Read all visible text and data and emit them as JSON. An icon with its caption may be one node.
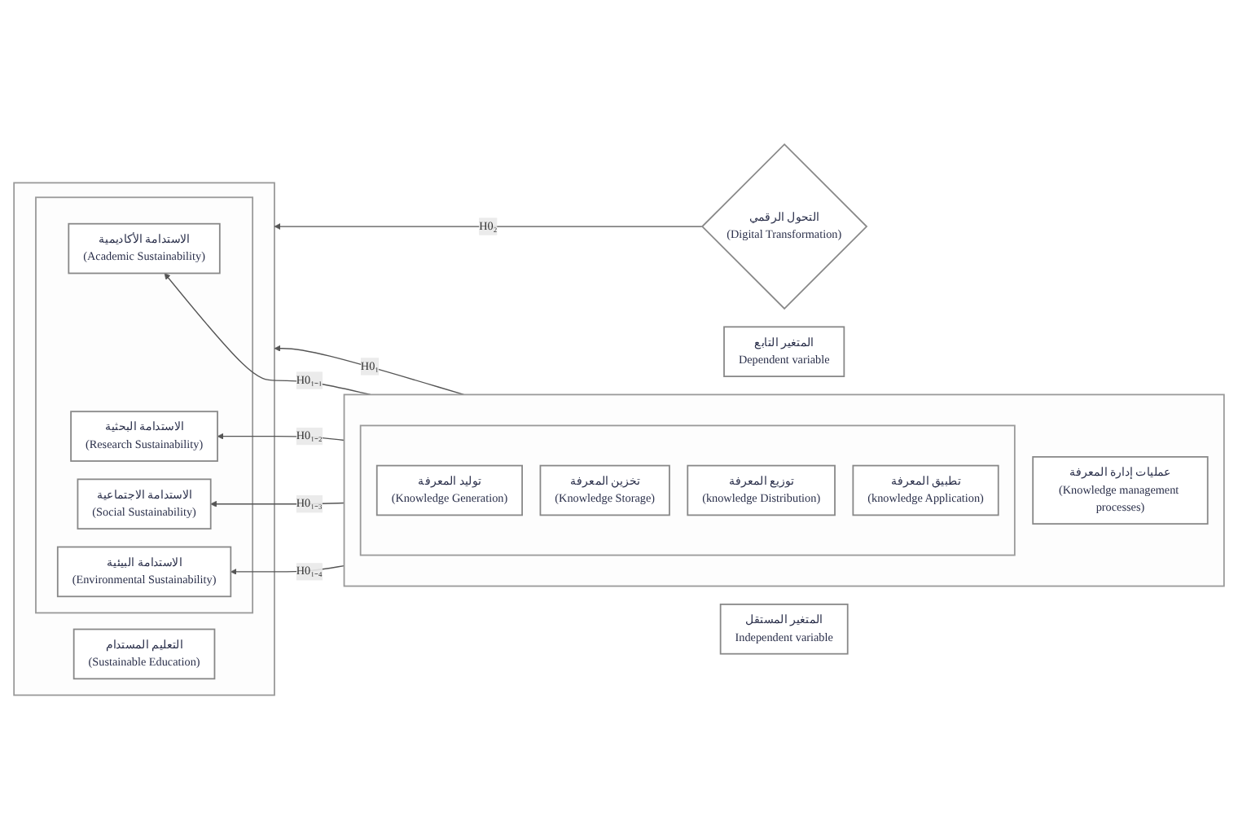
{
  "diagram": {
    "nodes": [
      {
        "text": [
          "المتغير التابع",
          "Dependent variable"
        ]
      },
      {
        "text": [
          "التحول الرقمي",
          "(Digital Transformation)"
        ]
      },
      {
        "text": [
          "المتغير المستقل",
          "Independent variable"
        ]
      },
      {
        "text": [],
        "shape": "box"
      },
      {
        "text": [
          "التعليم المستدام",
          "(Sustainable Education)"
        ],
        "in": 3
      },
      {
        "text": [],
        "shape": "box",
        "in": 3
      },
      {
        "text": [
          "الاستدامة الأكاديمية",
          "(Academic Sustainability)"
        ],
        "in": 5
      },
      {
        "text": [
          "الاستدامة البحثية",
          "(Research Sustainability)"
        ],
        "in": 5
      },
      {
        "text": [
          "الاستدامة الاجتماعية",
          "(Social Sustainability)"
        ],
        "in": 5
      },
      {
        "text": [
          "الاستدامة البيئية",
          "(Environmental Sustainability)"
        ],
        "in": 5
      },
      {
        "text": [],
        "shape": "box"
      },
      {
        "text": [
          "عمليات إدارة المعرفة",
          "(Knowledge management processes)"
        ],
        "in": 10
      },
      {
        "text": [],
        "shape": "box",
        "in": 10
      },
      {
        "text": [
          "توليد المعرفة",
          "(Knowledge Generation)"
        ],
        "in": 12
      },
      {
        "text": [
          "تخزين المعرفة",
          "(Knowledge Storage)"
        ],
        "in": 12
      },
      {
        "text": [
          "توزيع المعرفة",
          "(knowledge Distribution)"
        ],
        "in": 12
      },
      {
        "text": [
          "تطبيق المعرفة",
          "(knowledge Application)"
        ],
        "in": 12
      }
    ],
    "edges": [
      {
        "from": 10,
        "to": 3,
        "arrow": "to",
        "label": "H0₁"
      },
      {
        "from": 1,
        "to": 3,
        "arrow": "to",
        "label": "H0₂"
      },
      {
        "from": 10,
        "to": 6,
        "arrow": "to",
        "label": "H0₁₋₁"
      },
      {
        "from": 10,
        "to": 7,
        "arrow": "to",
        "label": "H0₁₋₂"
      },
      {
        "from": 10,
        "to": 8,
        "arrow": "to",
        "label": "H0₁₋₃"
      },
      {
        "from": 10,
        "to": 9,
        "arrow": "to",
        "label": "H0₁₋₄"
      }
    ]
  }
}
